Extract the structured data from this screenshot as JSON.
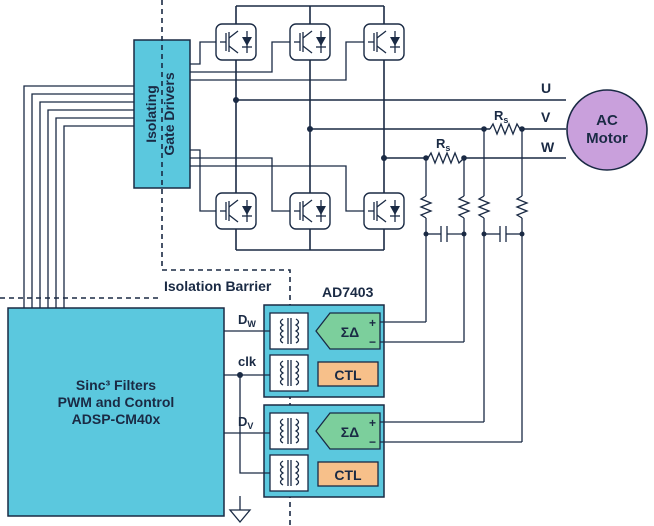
{
  "labels": {
    "gate_drivers_line1": "Isolating",
    "gate_drivers_line2": "Gate Drivers",
    "isolation_barrier": "Isolation Barrier",
    "adc_part": "AD7403",
    "controller_line1": "Sinc³ Filters",
    "controller_line2": "PWM and Control",
    "controller_line3": "ADSP-CM40x",
    "motor_line1": "AC",
    "motor_line2": "Motor",
    "phase_u": "U",
    "phase_v": "V",
    "phase_w": "W",
    "shunt_label": "R",
    "shunt_sub": "s",
    "signal_dw_main": "D",
    "signal_dw_sub": "W",
    "signal_dv_main": "D",
    "signal_dv_sub": "V",
    "signal_clk": "clk",
    "sigma_delta": "ΣΔ",
    "plus": "+",
    "minus": "−",
    "ctl": "CTL"
  },
  "colors": {
    "cyan": "#5bc8de",
    "motor": "#c9a0dc",
    "sigma_delta": "#7ccf9c",
    "ctl": "#f7c08a",
    "wire": "#1a2a44"
  }
}
